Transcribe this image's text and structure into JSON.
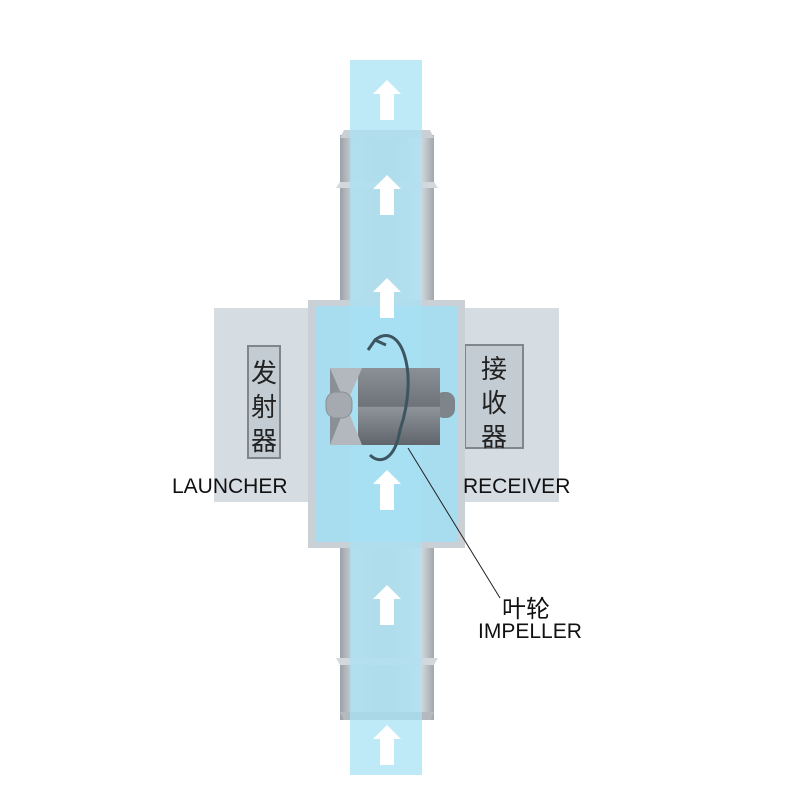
{
  "labels": {
    "launcher_cn": [
      "发",
      "射",
      "器"
    ],
    "receiver_cn": [
      "接",
      "收",
      "器"
    ],
    "launcher_en": "LAUNCHER",
    "receiver_en": "RECEIVER",
    "impeller_cn": "叶轮",
    "impeller_en": "IMPELLER"
  },
  "colors": {
    "water": "#a8e2f4",
    "pipe": "#b8bec4",
    "housing": "#d5dce2",
    "arrow": "#ffffff"
  }
}
